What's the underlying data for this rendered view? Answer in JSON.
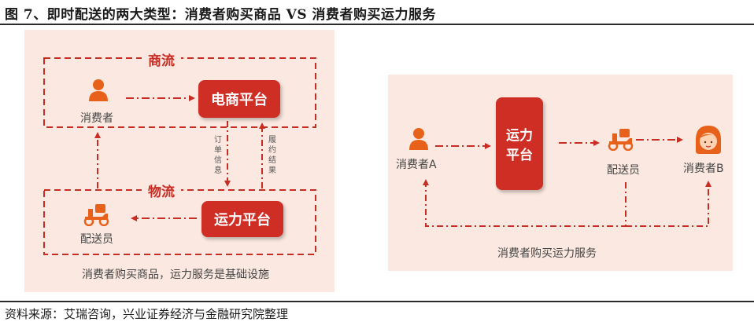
{
  "header": {
    "title": "图 7、即时配送的两大类型：消费者购买商品 VS 消费者购买运力服务"
  },
  "footer": {
    "source": "资料来源：艾瑞咨询，兴业证券经济与金融研究院整理"
  },
  "left": {
    "group_top": "商流",
    "group_bottom": "物流",
    "consumer": "消费者",
    "platform_top": "电商平台",
    "platform_bottom": "运力平台",
    "courier": "配送员",
    "arrow_down_label": "订单信息",
    "arrow_up_label": "履约结果",
    "caption": "消费者购买商品，运力服务是基础设施"
  },
  "right": {
    "consumer_a": "消费者A",
    "platform": "运力平台",
    "courier": "配送员",
    "consumer_b": "消费者B",
    "caption": "消费者购买运力服务"
  },
  "colors": {
    "accent": "#cf2e25",
    "panel": "#fbe9e1",
    "person_icon": "#e8611a",
    "dash": "#c82d24"
  }
}
